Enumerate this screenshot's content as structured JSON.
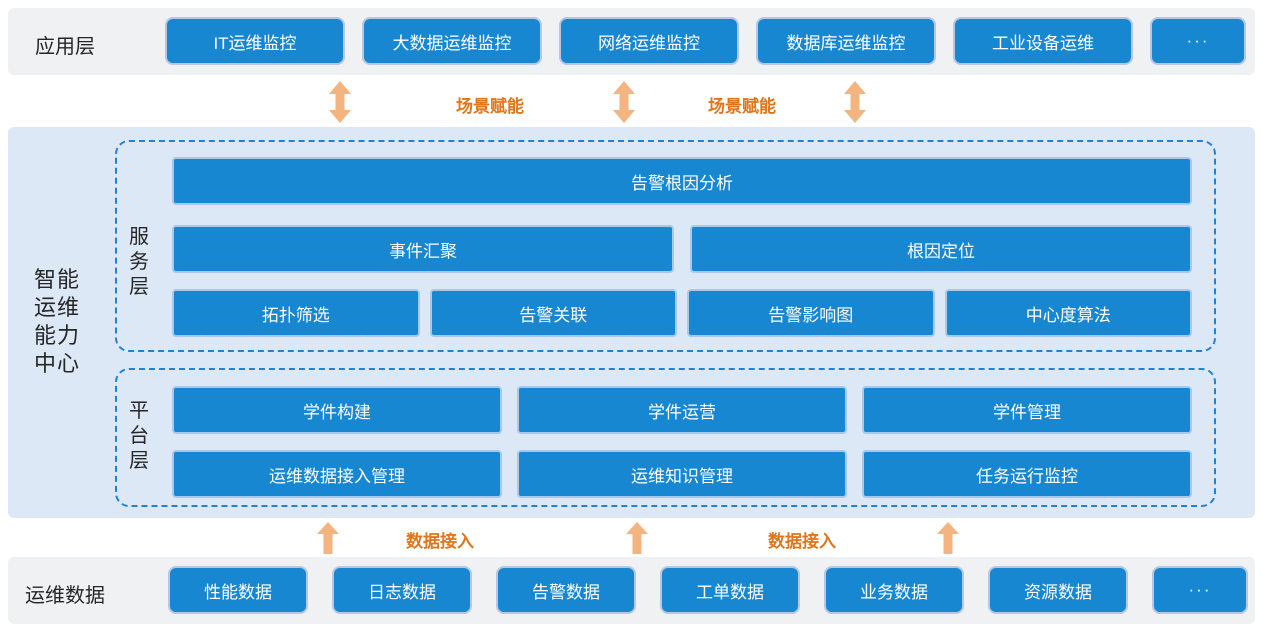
{
  "colors": {
    "box-blue": "#1687d0",
    "box-border": "#b7c6e4",
    "band-gray": "#f0f1f2",
    "band-blue": "#dde8f6",
    "dashed-blue": "#1f82d5",
    "arrow-orange": "#f3b47f",
    "orange-text": "#e0761b",
    "ink": "#262626"
  },
  "app_layer": {
    "label": "应用层",
    "boxes": [
      "IT运维监控",
      "大数据运维监控",
      "网络运维监控",
      "数据库运维监控",
      "工业设备运维",
      "···"
    ]
  },
  "scene_enable": {
    "labels": [
      "场景赋能",
      "场景赋能"
    ]
  },
  "capability_center": {
    "label": "智能运维能力中心",
    "label_lines": [
      "智能",
      "运维",
      "能力",
      "中心"
    ],
    "service_layer": {
      "label": "服务层",
      "label_chars": [
        "服",
        "务",
        "层"
      ],
      "row1": [
        "告警根因分析"
      ],
      "row2": [
        "事件汇聚",
        "根因定位"
      ],
      "row3": [
        "拓扑筛选",
        "告警关联",
        "告警影响图",
        "中心度算法"
      ]
    },
    "platform_layer": {
      "label": "平台层",
      "label_chars": [
        "平",
        "台",
        "层"
      ],
      "row1": [
        "学件构建",
        "学件运营",
        "学件管理"
      ],
      "row2": [
        "运维数据接入管理",
        "运维知识管理",
        "任务运行监控"
      ]
    }
  },
  "data_access": {
    "labels": [
      "数据接入",
      "数据接入"
    ]
  },
  "ops_data": {
    "label": "运维数据",
    "boxes": [
      "性能数据",
      "日志数据",
      "告警数据",
      "工单数据",
      "业务数据",
      "资源数据",
      "···"
    ]
  }
}
